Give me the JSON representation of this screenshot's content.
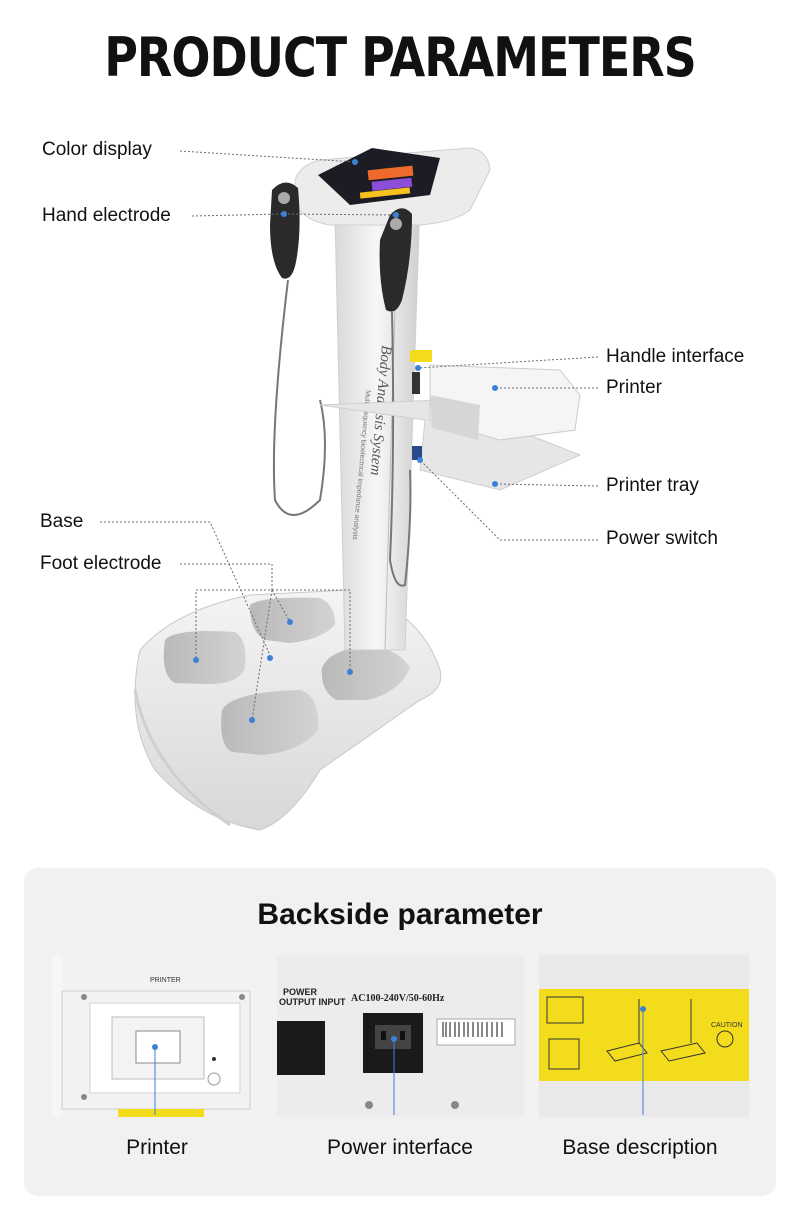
{
  "title": "PRODUCT PARAMETERS",
  "callouts": {
    "color_display": "Color display",
    "hand_electrode": "Hand electrode",
    "handle_interface": "Handle interface",
    "printer": "Printer",
    "printer_tray": "Printer tray",
    "power_switch": "Power switch",
    "base": "Base",
    "foot_electrode": "Foot electrode"
  },
  "device_text": {
    "column_brand": "Body Analysis System",
    "column_sub": "Multi-frequency bioelectrical impedance analysis"
  },
  "backside": {
    "title": "Backside parameter",
    "photos": [
      {
        "label": "Printer",
        "panel_text": "PRINTER"
      },
      {
        "label": "Power interface",
        "panel_text_1": "POWER",
        "panel_text_2": "OUTPUT INPUT",
        "panel_text_3": "AC100-240V/50-60Hz"
      },
      {
        "label": "Base description",
        "panel_text": "CAUTION"
      }
    ]
  },
  "colors": {
    "accent_dot": "#3b82d6",
    "sticker": "#f2dc1c",
    "panel_bg": "#f1f1f1"
  }
}
